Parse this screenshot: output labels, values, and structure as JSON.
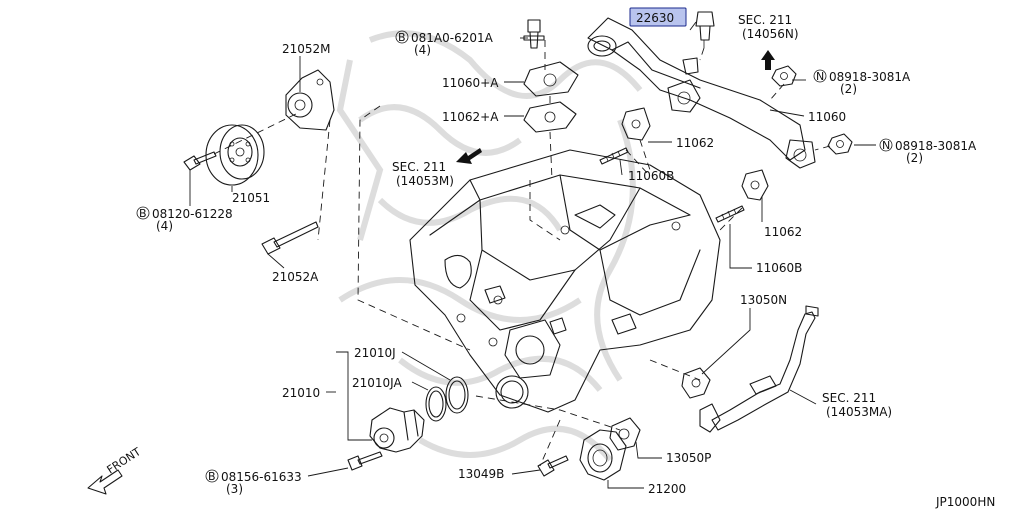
{
  "diagram_id": "JP1000HN",
  "highlighted_part": "22630",
  "callouts": [
    {
      "id": "c-22630",
      "text": "22630"
    },
    {
      "id": "c-081a0",
      "text": "081A0-6201A"
    },
    {
      "id": "c-081a0-qty",
      "text": "(4)"
    },
    {
      "id": "c-11060a",
      "text": "11060+A"
    },
    {
      "id": "c-11062a",
      "text": "11062+A"
    },
    {
      "id": "c-sec211-14056n",
      "text": "SEC. 211"
    },
    {
      "id": "c-14056n",
      "text": "(14056N)"
    },
    {
      "id": "c-08918-top",
      "text": "08918-3081A"
    },
    {
      "id": "c-08918-top-qty",
      "text": "(2)"
    },
    {
      "id": "c-11060",
      "text": "11060"
    },
    {
      "id": "c-11062-top",
      "text": "11062"
    },
    {
      "id": "c-08918-mid",
      "text": "08918-3081A"
    },
    {
      "id": "c-08918-mid-qty",
      "text": "(2)"
    },
    {
      "id": "c-21052m",
      "text": "21052M"
    },
    {
      "id": "c-sec211-14053m",
      "text": "SEC. 211"
    },
    {
      "id": "c-14053m",
      "text": "(14053M)"
    },
    {
      "id": "c-11060b-top",
      "text": "11060B"
    },
    {
      "id": "c-21051",
      "text": "21051"
    },
    {
      "id": "c-08120",
      "text": "08120-61228"
    },
    {
      "id": "c-08120-qty",
      "text": "(4)"
    },
    {
      "id": "c-11062-mid",
      "text": "11062"
    },
    {
      "id": "c-11060b-mid",
      "text": "11060B"
    },
    {
      "id": "c-21052a",
      "text": "21052A"
    },
    {
      "id": "c-13050n",
      "text": "13050N"
    },
    {
      "id": "c-21010j",
      "text": "21010J"
    },
    {
      "id": "c-21010",
      "text": "21010"
    },
    {
      "id": "c-21010ja",
      "text": "21010JA"
    },
    {
      "id": "c-sec211-14053ma",
      "text": "SEC. 211"
    },
    {
      "id": "c-14053ma",
      "text": "(14053MA)"
    },
    {
      "id": "c-front",
      "text": "FRONT"
    },
    {
      "id": "c-13050p",
      "text": "13050P"
    },
    {
      "id": "c-08156",
      "text": "08156-61633"
    },
    {
      "id": "c-08156-qty",
      "text": "(3)"
    },
    {
      "id": "c-13049b",
      "text": "13049B"
    },
    {
      "id": "c-21200",
      "text": "21200"
    }
  ],
  "prefix_marks": {
    "bolt": "B",
    "nut": "N"
  }
}
